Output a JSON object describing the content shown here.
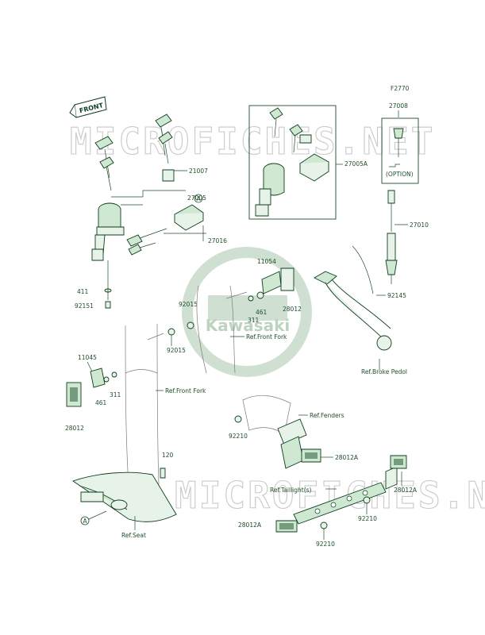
{
  "figure_code": "F2770",
  "watermark": "MICROFICHES.NET",
  "logo_text": "Kawasaki",
  "front_arrow": "FRONT",
  "option_text": "(OPTION)",
  "callout_a": "A",
  "labels": {
    "p27008": "27008",
    "p27005A": "27005A",
    "p21007": "21007",
    "p27005": "27005",
    "p27016": "27016",
    "p27010": "27010",
    "p11054": "11054",
    "p28012_mid": "28012",
    "p461_mid": "461",
    "p311_mid": "311",
    "p92015_a": "92015",
    "p92015_b": "92015",
    "p411": "411",
    "p92151": "92151",
    "p92145": "92145",
    "ref_front_fork_1": "Ref.Front Fork",
    "ref_brake_pedal": "Ref.Broke Pedol",
    "p11045": "11045",
    "p461_left": "461",
    "p311_left": "311",
    "ref_front_fork_2": "Ref.Front Fork",
    "p28012_left": "28012",
    "ref_fenders": "Ref.Fenders",
    "p92210_a": "92210",
    "p28012A_a": "28012A",
    "p120": "120",
    "ref_taillight": "Ref.Taillight(s)",
    "p28012A_b": "28012A",
    "p92210_b": "92210",
    "p28012A_c": "28012A",
    "p92210_c": "92210",
    "ref_seat": "Ref.Seat"
  }
}
